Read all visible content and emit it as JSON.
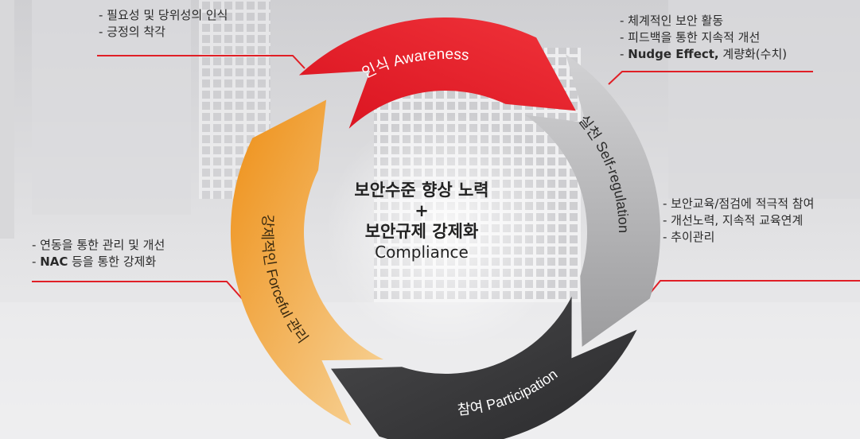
{
  "colors": {
    "awareness": "#e8222d",
    "self_regulation": "#b9b9bb",
    "participation": "#3a3a3c",
    "forceful": "#f0a030",
    "leader_line": "#e01f26"
  },
  "center": {
    "line1": "보안수준 향상 노력",
    "line2": "+",
    "line3": "보안규제 강제화",
    "line4": "Compliance"
  },
  "segments": {
    "awareness": "인식 Awareness",
    "self_regulation": "실천  Self-regulation",
    "participation": "참여  Participation",
    "forceful": "강제적인 Forceful 관리"
  },
  "notes": {
    "awareness": [
      "- 필요성 및 당위성의 인식",
      "- 긍정의 착각"
    ],
    "self_regulation": {
      "line1": "- 체계적인 보안 활동",
      "line2": "- 피드백을 통한 지속적 개선",
      "line3_prefix": "- ",
      "line3_bold": "Nudge Effect,",
      "line3_rest": " 계량화(수치)"
    },
    "participation": [
      "- 보안교육/점검에 적극적 참여",
      "- 개선노력, 지속적 교육연계",
      "- 추이관리"
    ],
    "forceful": {
      "line1": "- 연동을 통한 관리 및 개선",
      "line2_prefix": "- ",
      "line2_bold": "NAC",
      "line2_rest": " 등을 통한 강제화"
    }
  }
}
